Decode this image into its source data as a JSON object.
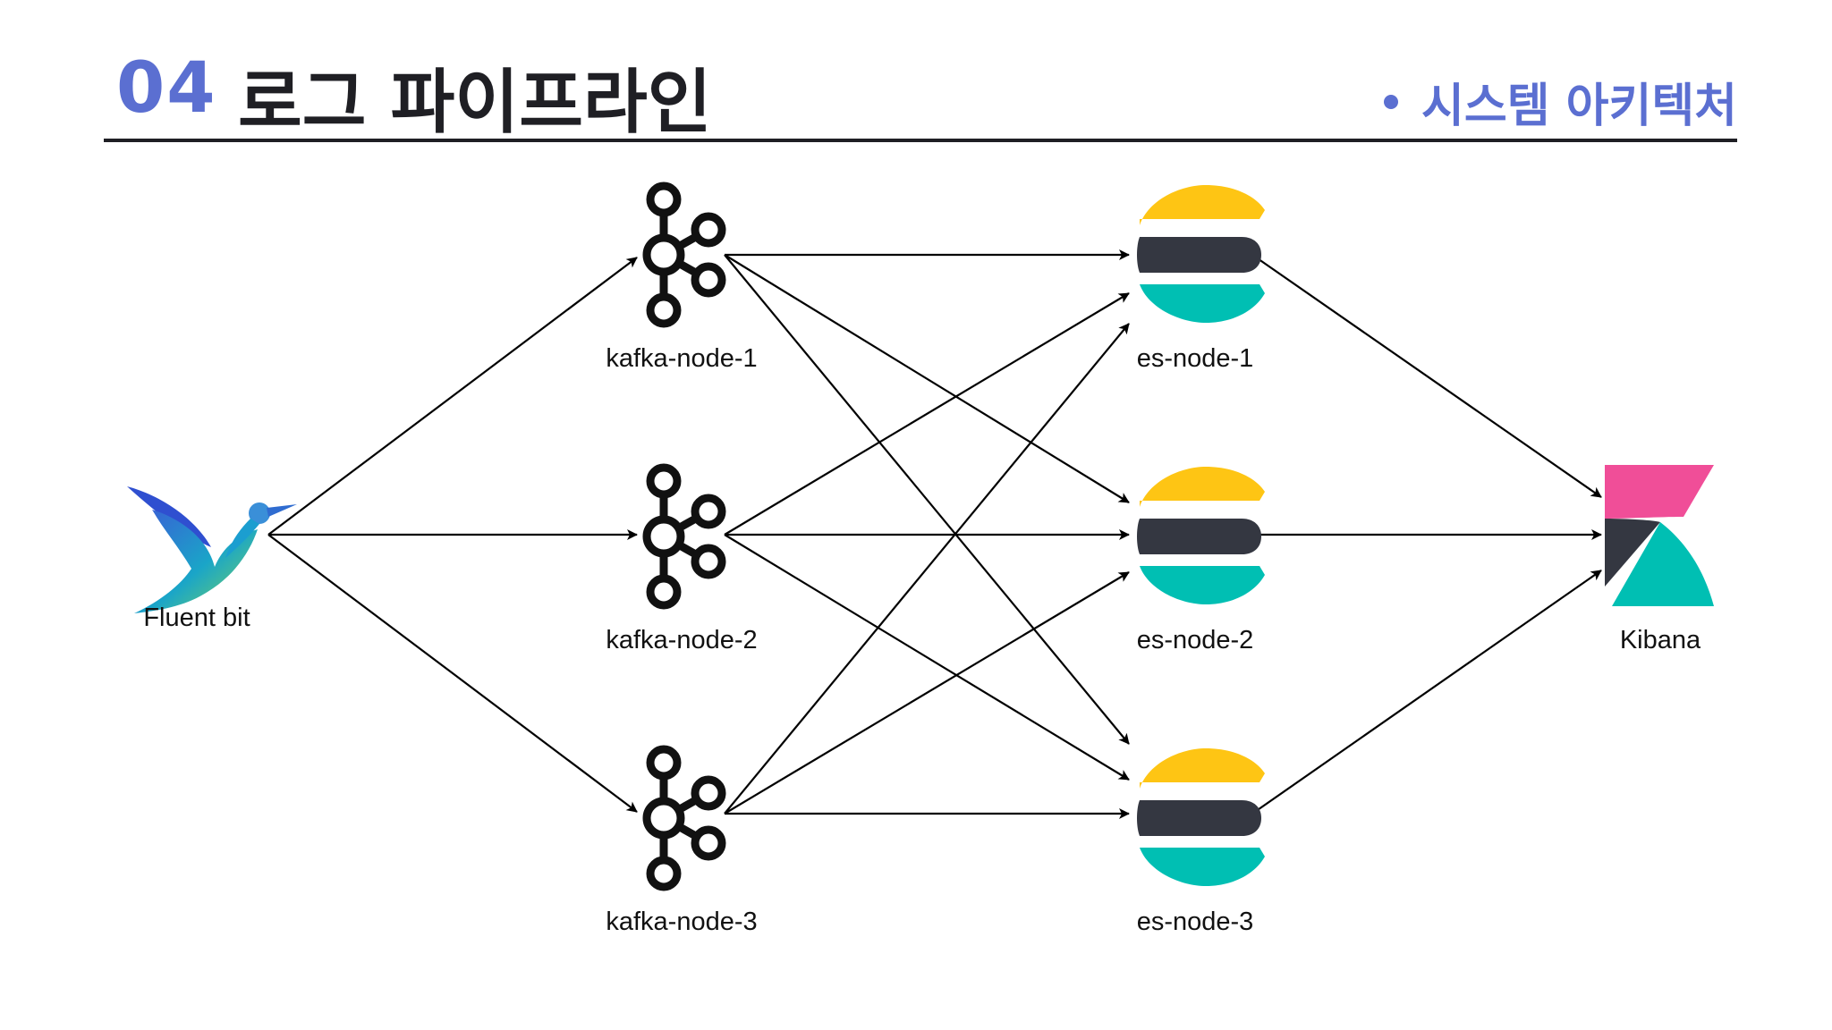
{
  "header": {
    "section_number": "04",
    "title": "로그 파이프라인",
    "subtitle": "시스템 아키텍처"
  },
  "diagram": {
    "nodes": {
      "fluent": {
        "label": "Fluent bit",
        "icon": "hummingbird-icon"
      },
      "k1": {
        "label": "kafka-node-1",
        "icon": "kafka-icon"
      },
      "k2": {
        "label": "kafka-node-2",
        "icon": "kafka-icon"
      },
      "k3": {
        "label": "kafka-node-3",
        "icon": "kafka-icon"
      },
      "e1": {
        "label": "es-node-1",
        "icon": "elasticsearch-icon"
      },
      "e2": {
        "label": "es-node-2",
        "icon": "elasticsearch-icon"
      },
      "e3": {
        "label": "es-node-3",
        "icon": "elasticsearch-icon"
      },
      "kibana": {
        "label": "Kibana",
        "icon": "kibana-icon"
      }
    },
    "edges": [
      [
        "fluent",
        "k1"
      ],
      [
        "fluent",
        "k2"
      ],
      [
        "fluent",
        "k3"
      ],
      [
        "k1",
        "e1"
      ],
      [
        "k1",
        "e2"
      ],
      [
        "k1",
        "e3"
      ],
      [
        "k2",
        "e1"
      ],
      [
        "k2",
        "e2"
      ],
      [
        "k2",
        "e3"
      ],
      [
        "k3",
        "e1"
      ],
      [
        "k3",
        "e2"
      ],
      [
        "k3",
        "e3"
      ],
      [
        "e1",
        "kibana"
      ],
      [
        "e2",
        "kibana"
      ],
      [
        "e3",
        "kibana"
      ]
    ],
    "colors": {
      "accent": "#5b6fd1",
      "elastic_yellow": "#fec514",
      "elastic_dark": "#343741",
      "elastic_teal": "#00bfb3",
      "kibana_pink": "#f04e98",
      "kibana_dark": "#343741",
      "kibana_teal": "#00bfb3",
      "kafka_black": "#111111"
    }
  }
}
